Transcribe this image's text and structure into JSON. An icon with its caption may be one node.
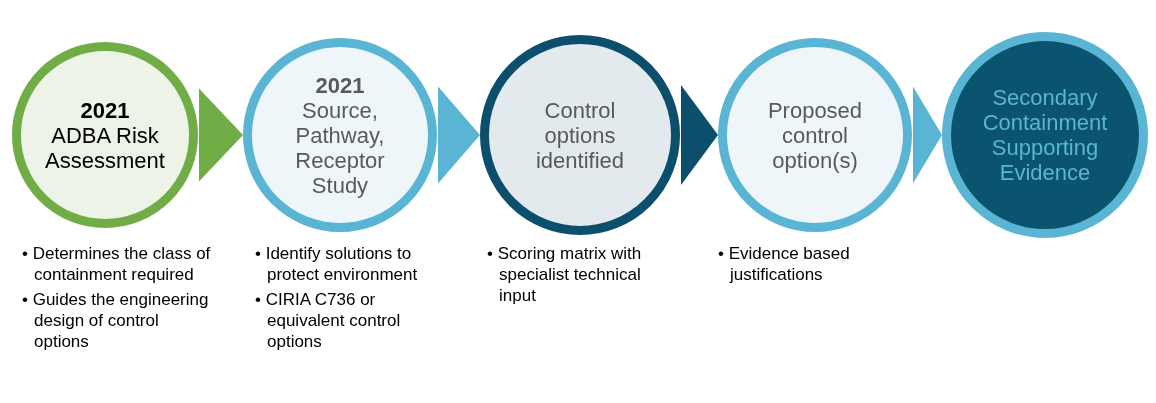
{
  "diagram": {
    "nodes": [
      {
        "text": [
          "2021",
          "ADBA Risk Assessment"
        ],
        "beside": [
          "• Determines the class of containment required",
          "• Guides the engineering design of control options"
        ]
      },
      {
        "text": [
          "2021",
          "Source, Pathway, Receptor Study"
        ],
        "beside": [
          "• Identify solutions to protect environment",
          "• CIRIA C736 or equivalent control options"
        ]
      },
      {
        "text": [
          "Control options identified"
        ],
        "beside": [
          "• Scoring matrix with specialist technical input"
        ]
      },
      {
        "text": [
          "Proposed control option(s)"
        ],
        "beside": [
          "• Evidence based justifications"
        ]
      },
      {
        "text": [
          "Secondary Containment Supporting Evidence"
        ]
      }
    ],
    "edges": [
      {
        "from": 0,
        "to": 1,
        "arrow": "to",
        "color": "#70ad47"
      },
      {
        "from": 1,
        "to": 2,
        "arrow": "to"
      },
      {
        "from": 2,
        "to": 3,
        "arrow": "to",
        "color": "#0b4f6c"
      },
      {
        "from": 3,
        "to": 4,
        "arrow": "to"
      }
    ]
  }
}
